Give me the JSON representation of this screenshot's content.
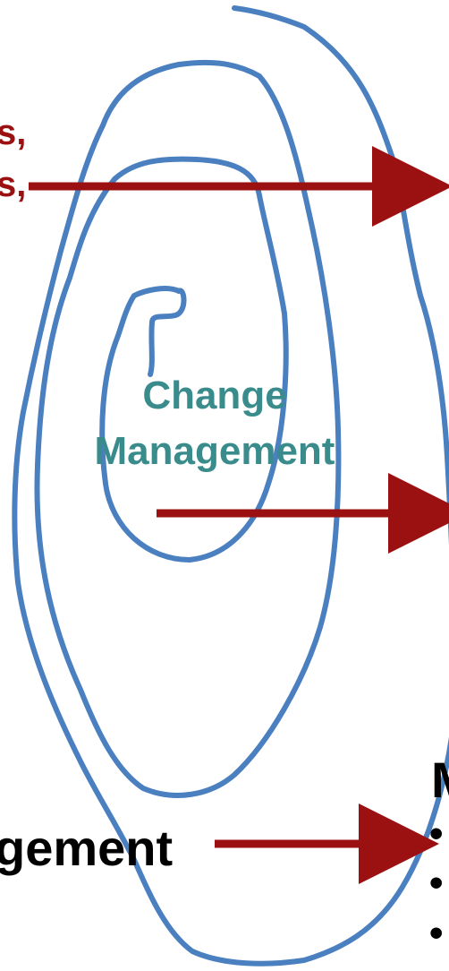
{
  "labels": {
    "top_line1": "s,",
    "top_line2": "s,",
    "center_line1": "Change",
    "center_line2": "Management",
    "bottom_left": "gement",
    "right_heading": "M",
    "bullets": [
      "•",
      "•",
      "•"
    ]
  },
  "colors": {
    "spiral": "#4a7fc0",
    "arrow": "#9b1111",
    "center_text": "#3a8c8c",
    "top_text": "#9b1111",
    "bottom_text": "#000000"
  }
}
